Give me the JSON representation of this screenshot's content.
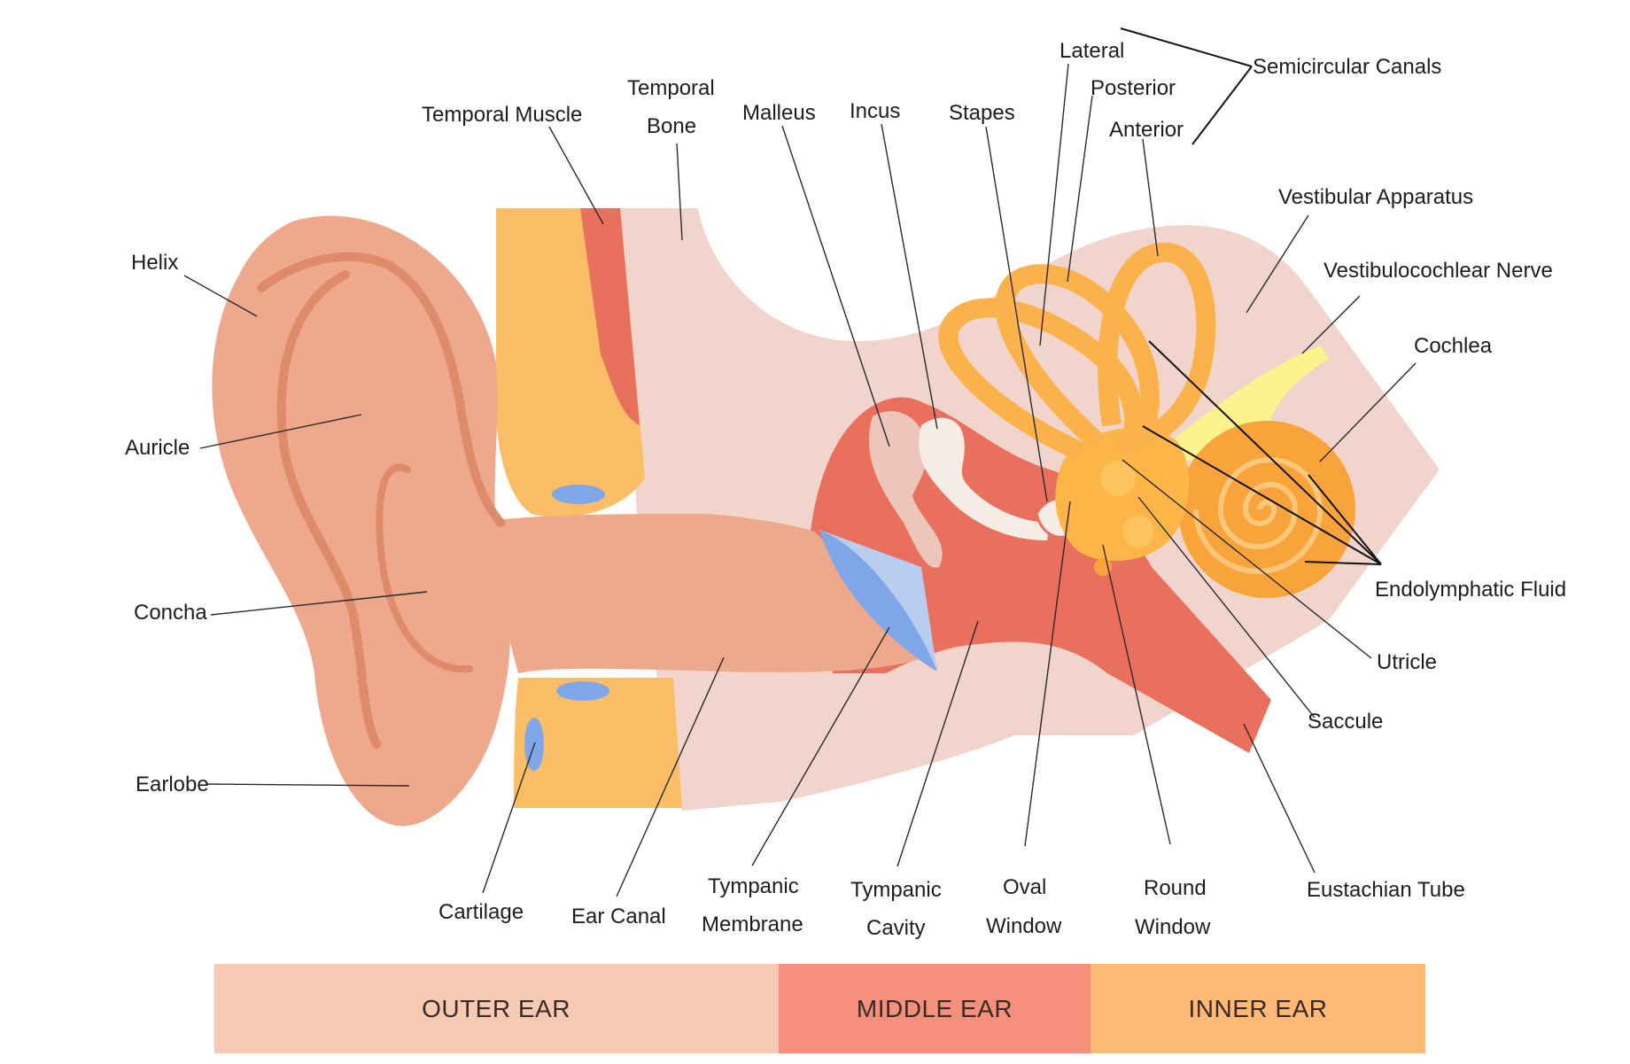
{
  "labels": {
    "temporal_muscle": "Temporal Muscle",
    "temporal_bone_1": "Temporal",
    "temporal_bone_2": "Bone",
    "malleus": "Malleus",
    "incus": "Incus",
    "stapes": "Stapes",
    "lateral": "Lateral",
    "posterior": "Posterior",
    "anterior": "Anterior",
    "semicircular_canals": "Semicircular Canals",
    "vestibular_apparatus": "Vestibular Apparatus",
    "vestibulocochlear_nerve": "Vestibulocochlear Nerve",
    "cochlea": "Cochlea",
    "helix": "Helix",
    "auricle": "Auricle",
    "concha": "Concha",
    "earlobe": "Earlobe",
    "endolymphatic_fluid": "Endolymphatic Fluid",
    "utricle": "Utricle",
    "saccule": "Saccule",
    "eustachian_tube": "Eustachian Tube",
    "cartilage": "Cartilage",
    "ear_canal": "Ear Canal",
    "tympanic_membrane_1": "Tympanic",
    "tympanic_membrane_2": "Membrane",
    "tympanic_cavity_1": "Tympanic",
    "tympanic_cavity_2": "Cavity",
    "oval_window_1": "Oval",
    "oval_window_2": "Window",
    "round_window_1": "Round",
    "round_window_2": "Window"
  },
  "sections": {
    "outer": "OUTER EAR",
    "middle": "MIDDLE EAR",
    "inner": "INNER EAR"
  },
  "colors": {
    "outer_section": "#f6c9b2",
    "middle_section": "#f4907c",
    "inner_section": "#fdba76",
    "skin": "#eea98c",
    "bone": "#f1d5cc",
    "muscle": "#e9705c",
    "cartilage": "#fbbe66",
    "cochlea": "#f9a43a",
    "nerve": "#fbf38e",
    "membrane": "#7fa6e9"
  }
}
